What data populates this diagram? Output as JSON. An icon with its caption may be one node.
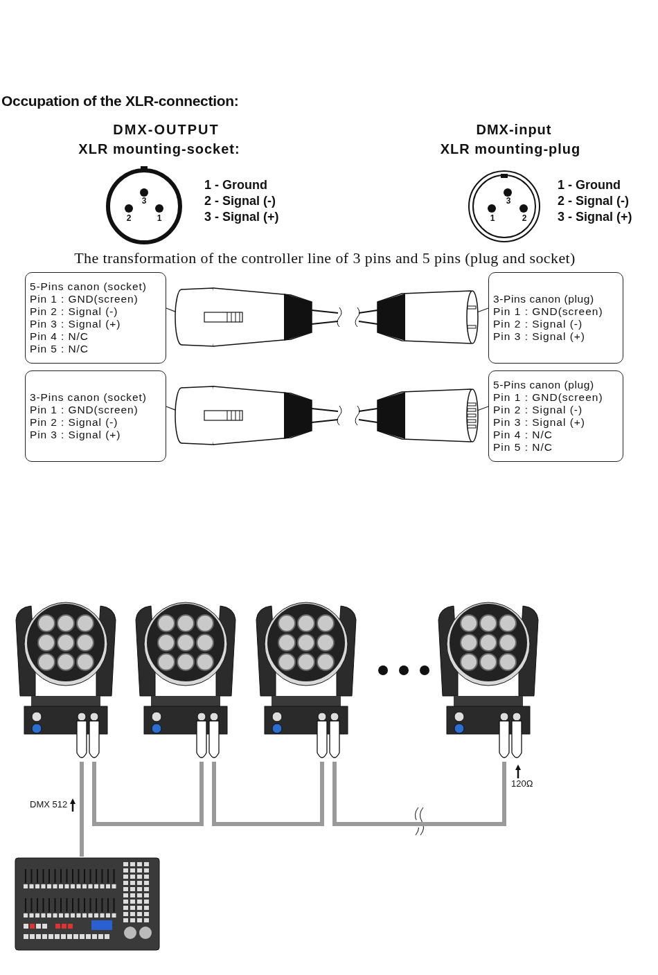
{
  "diagram": {
    "title": "Occupation of the XLR-connection:",
    "nodes": [
      {
        "text": [
          "5-Pins canon (socket)",
          "Pin 1 : GND(screen)",
          "Pin 2 : Signal (-)",
          "Pin 3 : Signal (+)",
          "Pin 4 : N/C",
          "Pin 5 : N/C"
        ]
      },
      {
        "text": [
          "3-Pins canon (plug)",
          "Pin 1 : GND(screen)",
          "Pin 2 : Signal (-)",
          "Pin 3 : Signal (+)"
        ]
      },
      {
        "text": [
          "3-Pins canon (socket)",
          "Pin 1 : GND(screen)",
          "Pin 2 : Signal (-)",
          "Pin 3 : Signal (+)"
        ]
      },
      {
        "text": [
          "5-Pins canon (plug)",
          "Pin 1 : GND(screen)",
          "Pin 2 : Signal (-)",
          "Pin 3 : Signal (+)",
          "Pin 4 : N/C",
          "Pin 5 : N/C"
        ]
      },
      {
        "text": [],
        "shape": "picture"
      },
      {
        "text": [],
        "shape": "picture"
      },
      {
        "text": [],
        "shape": "picture"
      },
      {
        "text": [],
        "shape": "picture"
      },
      {
        "text": [],
        "shape": "picture"
      },
      {
        "text": [],
        "shape": "picture"
      },
      {
        "text": [],
        "shape": "picture"
      }
    ],
    "edges": [
      {
        "from": 0,
        "to": 4,
        "arrow": "none"
      },
      {
        "from": 1,
        "to": 4,
        "arrow": "none"
      },
      {
        "from": 2,
        "to": 5,
        "arrow": "none"
      },
      {
        "from": 3,
        "to": 5,
        "arrow": "none"
      },
      {
        "from": 10,
        "to": 6,
        "arrow": "none",
        "style": "thick",
        "color": "#9a9a9a"
      },
      {
        "from": 6,
        "to": 7,
        "arrow": "none",
        "style": "thick",
        "color": "#9a9a9a"
      },
      {
        "from": 7,
        "to": 8,
        "arrow": "none",
        "style": "thick",
        "color": "#9a9a9a"
      },
      {
        "from": 8,
        "to": 9,
        "arrow": "none",
        "style": "thick",
        "color": "#9a9a9a"
      }
    ],
    "labels": [
      "DMX-OUTPUT",
      "XLR mounting-socket:",
      "3",
      "2",
      "1",
      "1 - Ground",
      "2 - Signal (-)",
      "3 - Signal (+)",
      "DMX-input",
      "XLR mounting-plug",
      "3",
      "1",
      "2",
      "1 - Ground",
      "2 - Signal (-)",
      "3 - Signal (+)",
      "The transformation of the controller line of 3 pins and 5 pins (plug and socket)",
      "DMX 512",
      "120Ω"
    ]
  }
}
